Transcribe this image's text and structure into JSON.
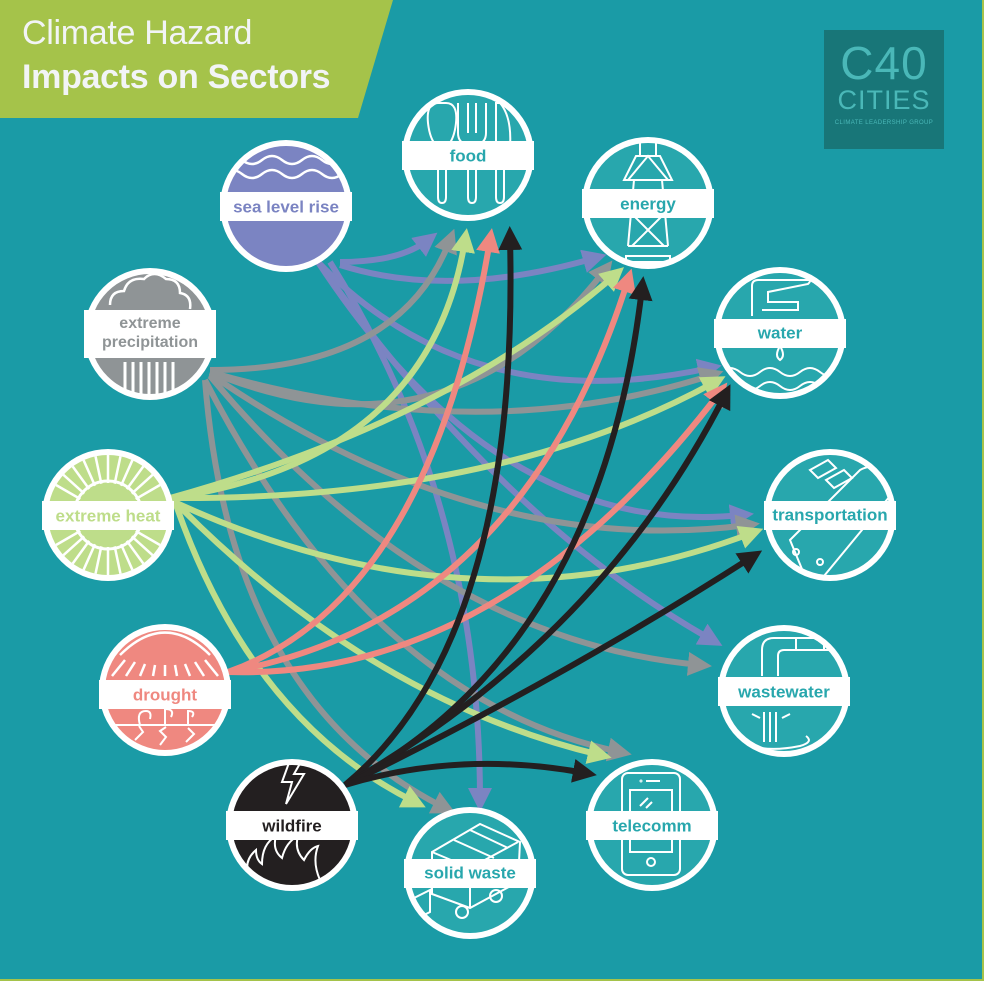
{
  "title": {
    "line1": "Climate Hazard",
    "line2": "Impacts on Sectors"
  },
  "logo": {
    "line1": "C40",
    "line2": "CITIES",
    "line3": "CLIMATE LEADERSHIP GROUP"
  },
  "colors": {
    "background": "#1a9ba6",
    "banner": "#a5c34a",
    "sector_fill": "#28a7ad",
    "sector_text": "#28a7ad",
    "sea_level_rise": "#7b84c2",
    "extreme_precipitation": "#8f9496",
    "extreme_heat": "#bedd8a",
    "drought": "#ef8880",
    "wildfire": "#231f20"
  },
  "hazards": [
    {
      "id": "sea_level_rise",
      "label": "sea level rise",
      "icon": "waves-icon",
      "color": "#7b84c2"
    },
    {
      "id": "extreme_precipitation",
      "label": "extreme precipitation",
      "line1": "extreme",
      "line2": "precipitation",
      "icon": "rain-cloud-icon",
      "color": "#8f9496"
    },
    {
      "id": "extreme_heat",
      "label": "extreme heat",
      "icon": "sun-rays-icon",
      "color": "#bedd8a"
    },
    {
      "id": "drought",
      "label": "drought",
      "icon": "sun-cracked-soil-icon",
      "color": "#ef8880"
    },
    {
      "id": "wildfire",
      "label": "wildfire",
      "icon": "lightning-flames-icon",
      "color": "#231f20"
    }
  ],
  "sectors": [
    {
      "id": "food",
      "label": "food",
      "icon": "cutlery-icon"
    },
    {
      "id": "energy",
      "label": "energy",
      "icon": "power-pylon-icon"
    },
    {
      "id": "water",
      "label": "water",
      "icon": "faucet-water-icon"
    },
    {
      "id": "transportation",
      "label": "transportation",
      "icon": "tram-icon"
    },
    {
      "id": "wastewater",
      "label": "wastewater",
      "icon": "pipe-outflow-icon"
    },
    {
      "id": "telecomm",
      "label": "telecomm",
      "icon": "smartphone-icon"
    },
    {
      "id": "solid_waste",
      "label": "solid waste",
      "icon": "garbage-truck-icon"
    }
  ],
  "impacts": [
    {
      "from": "sea_level_rise",
      "to": [
        "food",
        "energy",
        "water",
        "transportation",
        "wastewater",
        "solid_waste"
      ]
    },
    {
      "from": "extreme_precipitation",
      "to": [
        "food",
        "energy",
        "water",
        "transportation",
        "wastewater",
        "telecomm",
        "solid_waste"
      ]
    },
    {
      "from": "extreme_heat",
      "to": [
        "food",
        "energy",
        "water",
        "transportation",
        "telecomm",
        "solid_waste"
      ]
    },
    {
      "from": "drought",
      "to": [
        "food",
        "energy",
        "water"
      ]
    },
    {
      "from": "wildfire",
      "to": [
        "food",
        "energy",
        "water",
        "transportation",
        "telecomm"
      ]
    }
  ]
}
